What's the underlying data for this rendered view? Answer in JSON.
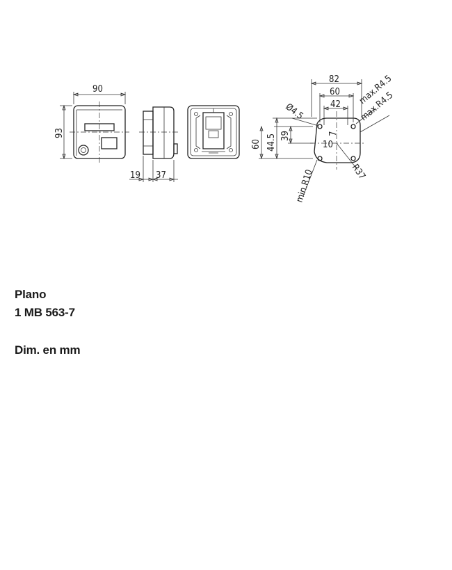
{
  "drawing": {
    "front_view": {
      "width": "90",
      "height": "93"
    },
    "side_view": {
      "depth_a": "19",
      "depth_b": "37"
    },
    "back_view": {},
    "mounting_view": {
      "overall_width": "82",
      "hole_spacing": "60",
      "inner_width": "42",
      "hole_dia": "Ø4.5",
      "max_radius_top": "max.R4.5",
      "max_radius_bottom": "max.R4.5",
      "height_39": "39",
      "height_44_5": "44.5",
      "height_60": "60",
      "dim_7": "7",
      "dim_10": "10",
      "min_radius": "min.R10",
      "radius_37": "R37"
    }
  },
  "caption": {
    "product_name": "Plano",
    "reference": "1 MB 563-7",
    "units_note": "Dim. en mm"
  }
}
